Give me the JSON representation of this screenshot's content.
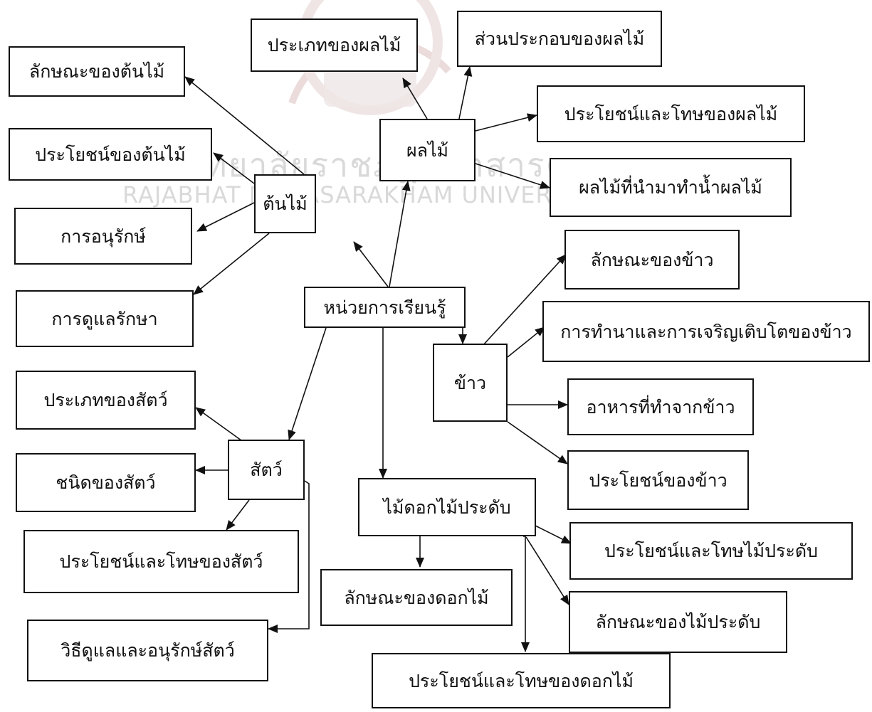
{
  "watermark": {
    "line1": "มหาวิทยาลัยราชภัฏมหาสารคาม",
    "line2": "RAJABHAT MAHASARAKHAM UNIVERSITY"
  },
  "nodes": {
    "center": "หน่วยการเรียนรู้",
    "tree": "ต้นไม้",
    "tree_traits": "ลักษณะของต้นไม้",
    "tree_benefits": "ประโยชน์ของต้นไม้",
    "conservation": "การอนุรักษ์",
    "care": "การดูแลรักษา",
    "fruit": "ผลไม้",
    "fruit_types": "ประเภทของผลไม้",
    "fruit_parts": "ส่วนประกอบของผลไม้",
    "fruit_pros_cons": "ประโยชน์และโทษของผลไม้",
    "fruit_juice": "ผลไม้ที่นำมาทำน้ำผลไม้",
    "rice": "ข้าว",
    "rice_traits": "ลักษณะของข้าว",
    "rice_farming": "การทำนาและการเจริญเติบโตของข้าว",
    "rice_food": "อาหารที่ทำจากข้าว",
    "rice_benefits": "ประโยชน์ของข้าว",
    "animal": "สัตว์",
    "animal_types": "ประเภทของสัตว์",
    "animal_kinds": "ชนิดของสัตว์",
    "animal_pros_cons": "ประโยชน์และโทษของสัตว์",
    "animal_care": "วิธีดูแลและอนุรักษ์สัตว์",
    "flower": "ไม้ดอกไม้ประดับ",
    "flower_traits": "ลักษณะของดอกไม้",
    "flower_pros_cons": "ประโยชน์และโทษของดอกไม้",
    "ornamental_pros_cons": "ประโยชน์และโทษไม้ประดับ",
    "ornamental_traits": "ลักษณะของไม้ประดับ"
  }
}
